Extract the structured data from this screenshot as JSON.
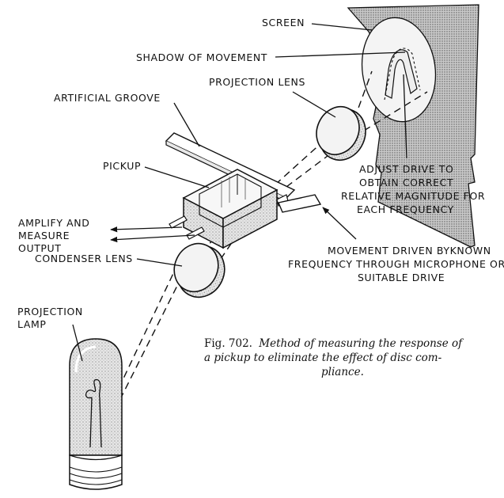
{
  "labels": {
    "screen": "SCREEN",
    "shadow": "SHADOW OF MOVEMENT",
    "projection_lens": "PROJECTION LENS",
    "artificial_groove": "ARTIFICIAL GROOVE",
    "pickup": "PICKUP",
    "adjust_drive": [
      "ADJUST DRIVE TO",
      "OBTAIN CORRECT",
      "RELATIVE MAGNITUDE FOR",
      "EACH FREQUENCY"
    ],
    "amplify": [
      "AMPLIFY AND",
      "MEASURE",
      "OUTPUT"
    ],
    "movement_driven": [
      "MOVEMENT DRIVEN BYKNOWN",
      "FREQUENCY THROUGH MICROPHONE OR",
      "SUITABLE DRIVE"
    ],
    "condenser_lens": "CONDENSER LENS",
    "projection_lamp": [
      "PROJECTION",
      "LAMP"
    ]
  },
  "caption": {
    "fig_label": "Fig. 702.",
    "line1": "Method of measuring the response of",
    "line2": "a pickup to eliminate the effect of disc com-",
    "line3": "pliance."
  }
}
